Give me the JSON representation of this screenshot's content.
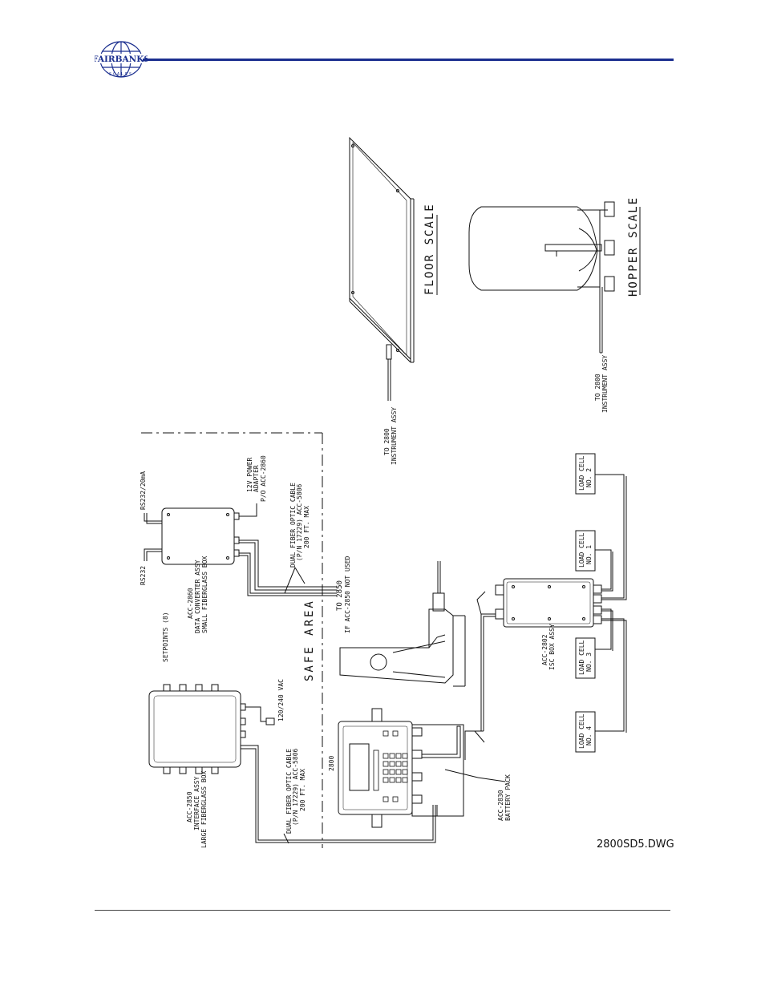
{
  "header": {
    "logo_name": "FAIRBANKS",
    "logo_sub": "SCALES",
    "rule_color": "#1b2f8f"
  },
  "labels": {
    "floor_scale": "FLOOR SCALE",
    "hopper_scale": "HOPPER SCALE",
    "to_2800_floor_1": "TO 2800",
    "to_2800_floor_2": "INSTRUMENT ASSY",
    "to_2800_hopper_1": "TO 2800",
    "to_2800_hopper_2": "INSTRUMENT ASSY",
    "rs232_20ma": "RS232/20mA",
    "rs232": "RS232",
    "power_1": "12V POWER",
    "power_2": "ADAPTER",
    "power_3": "P/O ACC-2860",
    "fiber_upper_1": "DUAL FIBER OPTIC CABLE",
    "fiber_upper_2": "(P/N 17229) ACC-5806",
    "fiber_upper_3": "200 FT. MAX",
    "to_2850_1": "TO 2850",
    "to_2850_2": "IF ACC-2850 NOT USED",
    "dc_1": "ACC-2860",
    "dc_2": "DATA CONVERTER ASSY",
    "dc_3": "SMALL FIBERGLASS BOX",
    "safe_area": "SAFE AREA",
    "setpoints": "SETPOINTS (8)",
    "vac": "120/240 VAC",
    "fiber_lower_1": "DUAL FIBER OPTIC CABLE",
    "fiber_lower_2": "(P/N 17229) ACC-5806",
    "fiber_lower_3": "200 FT. MAX",
    "iface_1": "ACC-2850",
    "iface_2": "INTERFACE ASSY",
    "iface_3": "LARGE FIBERGLASS BOX",
    "instrument": "2800",
    "battery_1": "ACC-2830",
    "battery_2": "BATTERY PACK",
    "isc_1": "ACC-2802",
    "isc_2": "ISC BOX ASSY",
    "lc2_1": "LOAD CELL",
    "lc2_2": "NO. 2",
    "lc1_1": "LOAD CELL",
    "lc1_2": "NO. 1",
    "lc3_1": "LOAD CELL",
    "lc3_2": "NO. 3",
    "lc4_1": "LOAD CELL",
    "lc4_2": "NO. 4"
  },
  "drawing_number": "2800SD5.DWG"
}
